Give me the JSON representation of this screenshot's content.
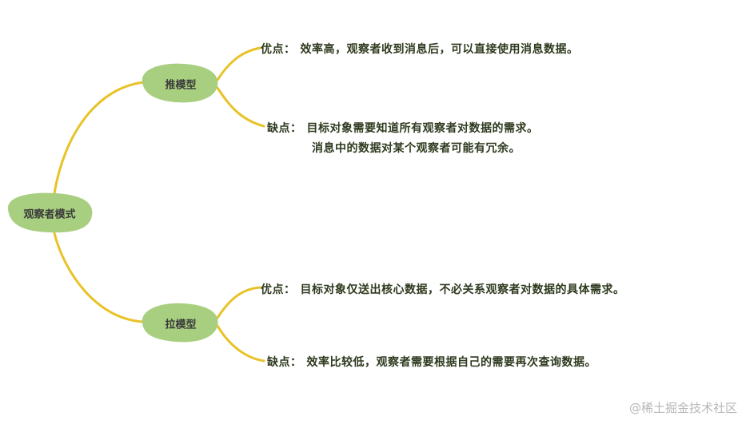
{
  "colors": {
    "branch": "#e8c227",
    "node_fill": "#a8cf80",
    "text": "#2e3a1e"
  },
  "root": {
    "label": "观察者模式"
  },
  "push": {
    "label": "推模型",
    "pros_label": "优点：",
    "pros": "效率高，观察者收到消息后，可以直接使用消息数据。",
    "cons_label": "缺点：",
    "cons_line1": "目标对象需要知道所有观察者对数据的需求。",
    "cons_line2": "消息中的数据对某个观察者可能有冗余。"
  },
  "pull": {
    "label": "拉模型",
    "pros_label": "优点：",
    "pros": "目标对象仅送出核心数据，不必关系观察者对数据的具体需求。",
    "cons_label": "缺点：",
    "cons": "效率比较低，观察者需要根据自己的需要再次查询数据。"
  },
  "watermark": "@稀土掘金技术社区"
}
